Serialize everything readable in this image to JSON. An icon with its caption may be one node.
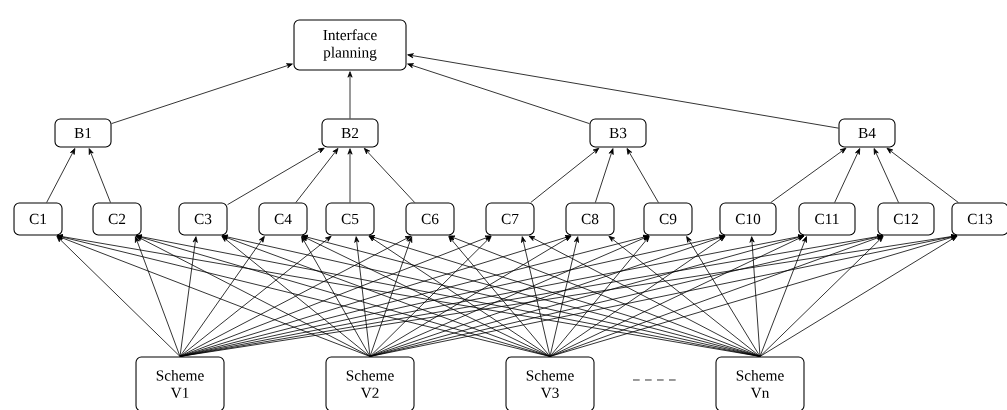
{
  "diagram": {
    "nodes": [
      {
        "text": [
          "Interface planning"
        ]
      },
      {
        "text": [
          "B1"
        ]
      },
      {
        "text": [
          "B2"
        ]
      },
      {
        "text": [
          "B3"
        ]
      },
      {
        "text": [
          "B4"
        ]
      },
      {
        "text": [
          "C1"
        ]
      },
      {
        "text": [
          "C2"
        ]
      },
      {
        "text": [
          "C3"
        ]
      },
      {
        "text": [
          "C4"
        ]
      },
      {
        "text": [
          "C5"
        ]
      },
      {
        "text": [
          "C6"
        ]
      },
      {
        "text": [
          "C7"
        ]
      },
      {
        "text": [
          "C8"
        ]
      },
      {
        "text": [
          "C9"
        ]
      },
      {
        "text": [
          "C10"
        ]
      },
      {
        "text": [
          "C11"
        ]
      },
      {
        "text": [
          "C12"
        ]
      },
      {
        "text": [
          "C13"
        ]
      },
      {
        "text": [
          "Scheme V1"
        ]
      },
      {
        "text": [
          "Scheme V2"
        ]
      },
      {
        "text": [
          "Scheme V3"
        ]
      },
      {
        "text": [
          "Scheme Vn"
        ]
      }
    ],
    "edges": [
      {
        "from": 1,
        "to": 0,
        "arrow": "to"
      },
      {
        "from": 2,
        "to": 0,
        "arrow": "to"
      },
      {
        "from": 3,
        "to": 0,
        "arrow": "to"
      },
      {
        "from": 4,
        "to": 0,
        "arrow": "to"
      },
      {
        "from": 5,
        "to": 1,
        "arrow": "to"
      },
      {
        "from": 6,
        "to": 1,
        "arrow": "to"
      },
      {
        "from": 7,
        "to": 2,
        "arrow": "to"
      },
      {
        "from": 8,
        "to": 2,
        "arrow": "to"
      },
      {
        "from": 9,
        "to": 2,
        "arrow": "to"
      },
      {
        "from": 10,
        "to": 2,
        "arrow": "to"
      },
      {
        "from": 11,
        "to": 3,
        "arrow": "to"
      },
      {
        "from": 12,
        "to": 3,
        "arrow": "to"
      },
      {
        "from": 13,
        "to": 3,
        "arrow": "to"
      },
      {
        "from": 14,
        "to": 4,
        "arrow": "to"
      },
      {
        "from": 15,
        "to": 4,
        "arrow": "to"
      },
      {
        "from": 16,
        "to": 4,
        "arrow": "to"
      },
      {
        "from": 17,
        "to": 4,
        "arrow": "to"
      },
      {
        "from": 18,
        "to": 5,
        "arrow": "to"
      },
      {
        "from": 18,
        "to": 6,
        "arrow": "to"
      },
      {
        "from": 18,
        "to": 7,
        "arrow": "to"
      },
      {
        "from": 18,
        "to": 8,
        "arrow": "to"
      },
      {
        "from": 18,
        "to": 9,
        "arrow": "to"
      },
      {
        "from": 18,
        "to": 10,
        "arrow": "to"
      },
      {
        "from": 18,
        "to": 11,
        "arrow": "to"
      },
      {
        "from": 18,
        "to": 12,
        "arrow": "to"
      },
      {
        "from": 18,
        "to": 13,
        "arrow": "to"
      },
      {
        "from": 18,
        "to": 14,
        "arrow": "to"
      },
      {
        "from": 18,
        "to": 15,
        "arrow": "to"
      },
      {
        "from": 18,
        "to": 16,
        "arrow": "to"
      },
      {
        "from": 18,
        "to": 17,
        "arrow": "to"
      },
      {
        "from": 19,
        "to": 5,
        "arrow": "to"
      },
      {
        "from": 19,
        "to": 6,
        "arrow": "to"
      },
      {
        "from": 19,
        "to": 7,
        "arrow": "to"
      },
      {
        "from": 19,
        "to": 8,
        "arrow": "to"
      },
      {
        "from": 19,
        "to": 9,
        "arrow": "to"
      },
      {
        "from": 19,
        "to": 10,
        "arrow": "to"
      },
      {
        "from": 19,
        "to": 11,
        "arrow": "to"
      },
      {
        "from": 19,
        "to": 12,
        "arrow": "to"
      },
      {
        "from": 19,
        "to": 13,
        "arrow": "to"
      },
      {
        "from": 19,
        "to": 14,
        "arrow": "to"
      },
      {
        "from": 19,
        "to": 15,
        "arrow": "to"
      },
      {
        "from": 19,
        "to": 16,
        "arrow": "to"
      },
      {
        "from": 19,
        "to": 17,
        "arrow": "to"
      },
      {
        "from": 20,
        "to": 5,
        "arrow": "to"
      },
      {
        "from": 20,
        "to": 6,
        "arrow": "to"
      },
      {
        "from": 20,
        "to": 7,
        "arrow": "to"
      },
      {
        "from": 20,
        "to": 8,
        "arrow": "to"
      },
      {
        "from": 20,
        "to": 9,
        "arrow": "to"
      },
      {
        "from": 20,
        "to": 10,
        "arrow": "to"
      },
      {
        "from": 20,
        "to": 11,
        "arrow": "to"
      },
      {
        "from": 20,
        "to": 12,
        "arrow": "to"
      },
      {
        "from": 20,
        "to": 13,
        "arrow": "to"
      },
      {
        "from": 20,
        "to": 14,
        "arrow": "to"
      },
      {
        "from": 20,
        "to": 15,
        "arrow": "to"
      },
      {
        "from": 20,
        "to": 16,
        "arrow": "to"
      },
      {
        "from": 20,
        "to": 17,
        "arrow": "to"
      },
      {
        "from": 21,
        "to": 5,
        "arrow": "to"
      },
      {
        "from": 21,
        "to": 6,
        "arrow": "to"
      },
      {
        "from": 21,
        "to": 7,
        "arrow": "to"
      },
      {
        "from": 21,
        "to": 8,
        "arrow": "to"
      },
      {
        "from": 21,
        "to": 9,
        "arrow": "to"
      },
      {
        "from": 21,
        "to": 10,
        "arrow": "to"
      },
      {
        "from": 21,
        "to": 11,
        "arrow": "to"
      },
      {
        "from": 21,
        "to": 12,
        "arrow": "to"
      },
      {
        "from": 21,
        "to": 13,
        "arrow": "to"
      },
      {
        "from": 21,
        "to": 14,
        "arrow": "to"
      },
      {
        "from": 21,
        "to": 15,
        "arrow": "to"
      },
      {
        "from": 21,
        "to": 16,
        "arrow": "to"
      },
      {
        "from": 21,
        "to": 17,
        "arrow": "to"
      }
    ]
  }
}
